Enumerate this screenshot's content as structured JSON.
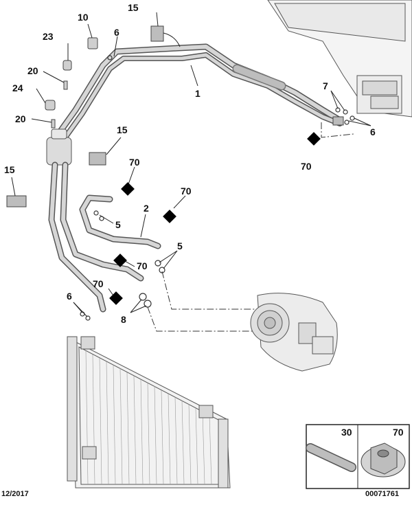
{
  "callouts": {
    "c10": "10",
    "c15_top": "15",
    "c6_top": "6",
    "c23": "23",
    "c20_a": "20",
    "c24": "24",
    "c20_b": "20",
    "c1": "1",
    "c7": "7",
    "c6_right": "6",
    "c70_right": "70",
    "c15_mid": "15",
    "c15_left": "15",
    "c70_mid_a": "70",
    "c70_mid_b": "70",
    "c2": "2",
    "c5_a": "5",
    "c5_b": "5",
    "c70_low_a": "70",
    "c70_low_b": "70",
    "c6_low": "6",
    "c8": "8"
  },
  "legend": {
    "item30": "30",
    "item70": "70"
  },
  "footer": {
    "date": "12/2017",
    "ref": "00071761"
  },
  "colors": {
    "line": "#3a3a3a",
    "tube": "#cfcfcf",
    "marker": "#000000"
  }
}
